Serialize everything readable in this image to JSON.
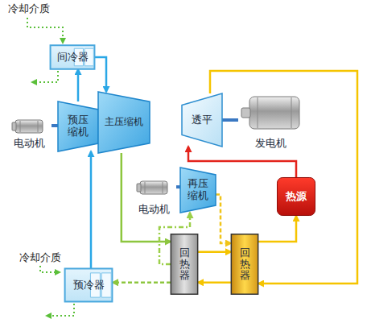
{
  "diagram": {
    "nodes": [
      {
        "text": [
          "间冷器"
        ]
      },
      {
        "text": [
          "预压缩机"
        ]
      },
      {
        "text": [
          "主压缩机"
        ]
      },
      {
        "text": [
          "电动机"
        ]
      },
      {
        "text": [
          "透平"
        ]
      },
      {
        "text": [
          "发电机"
        ]
      },
      {
        "text": [
          "再压缩机"
        ]
      },
      {
        "text": [
          "电动机"
        ]
      },
      {
        "text": [
          "热源"
        ]
      },
      {
        "text": [
          "回热器"
        ]
      },
      {
        "text": [
          "回热器"
        ]
      },
      {
        "text": [
          "预冷器"
        ]
      }
    ],
    "edges": [
      {
        "from": 0,
        "to": 2,
        "arrow": "to"
      },
      {
        "from": 1,
        "to": 0,
        "arrow": "to"
      },
      {
        "from": 11,
        "to": 1,
        "arrow": "to"
      },
      {
        "from": 2,
        "to": 9,
        "arrow": "to"
      },
      {
        "from": 9,
        "to": 11,
        "arrow": "to"
      },
      {
        "from": 9,
        "to": 6,
        "arrow": "to"
      },
      {
        "from": 6,
        "to": 10,
        "arrow": "to"
      },
      {
        "from": 9,
        "to": 10,
        "arrow": "to"
      },
      {
        "from": 10,
        "to": 8,
        "arrow": "to"
      },
      {
        "from": 8,
        "to": 4,
        "arrow": "to"
      },
      {
        "from": 4,
        "to": 10,
        "arrow": "to"
      },
      {
        "from": 10,
        "to": 9,
        "arrow": "to"
      },
      {
        "from": 3,
        "to": 1,
        "arrow": "none"
      },
      {
        "from": 4,
        "to": 5,
        "arrow": "none"
      },
      {
        "from": 7,
        "to": 6,
        "arrow": "none"
      }
    ],
    "labels": [
      "冷却介质",
      "冷却介质"
    ]
  }
}
